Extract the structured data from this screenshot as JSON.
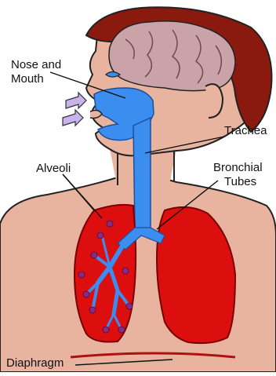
{
  "labels": {
    "nose_mouth": [
      "Nose and",
      "Mouth"
    ],
    "trachea": "Trachea",
    "alveoli": "Alveoli",
    "bronchial": [
      "Bronchial",
      "Tubes"
    ],
    "diaphragm": "Diaphragm"
  },
  "colors": {
    "skin": "#e8b4a0",
    "hair": "#8a1a0e",
    "brain": "#c9a3a8",
    "airway": "#3b8ef0",
    "lung": "#dd0e0e",
    "alveoli": "#8a2a80",
    "air_arrows": "#c9b2ee",
    "eye": "#3b8ef0",
    "diaphragm": "#b01010"
  },
  "icons": {
    "air_arrows": "inhaled-air-arrows-icon",
    "eye": "eye-icon"
  }
}
